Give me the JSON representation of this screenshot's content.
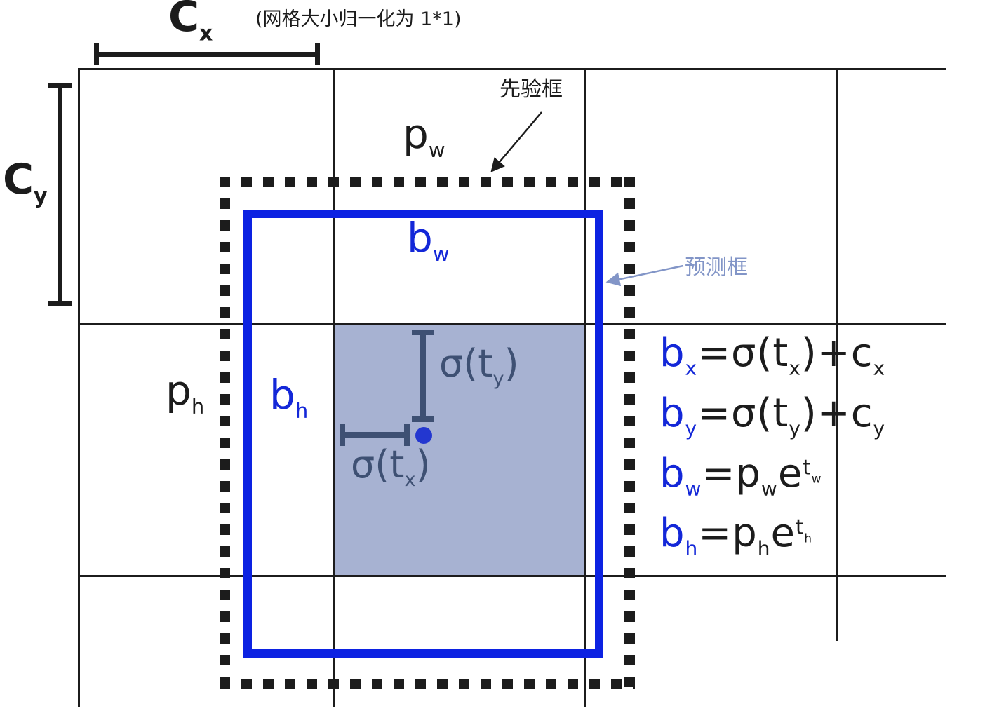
{
  "colors": {
    "ink": "#1c1c1c",
    "box-blue": "#0c22e2",
    "text-blue": "#1327d8",
    "slate": "#3e5073",
    "shade": "#a7b2d2",
    "dot-blue": "#2337d0",
    "pred-gray-blue": "#8295c7"
  },
  "header": {
    "note": "(网格大小归一化为 1*1)"
  },
  "labels": {
    "cx": [
      {
        "t": "C"
      },
      {
        "t": "x",
        "script": "sub"
      }
    ],
    "cy": [
      {
        "t": "C"
      },
      {
        "t": "y",
        "script": "sub"
      }
    ],
    "pw": [
      {
        "t": "p"
      },
      {
        "t": "w",
        "script": "sub"
      }
    ],
    "ph": [
      {
        "t": "p"
      },
      {
        "t": "h",
        "script": "sub"
      }
    ],
    "bw": [
      {
        "t": "b"
      },
      {
        "t": "w",
        "script": "sub"
      }
    ],
    "bh": [
      {
        "t": "b"
      },
      {
        "t": "h",
        "script": "sub"
      }
    ],
    "sigma_ty": [
      {
        "t": "σ(t"
      },
      {
        "t": "y",
        "script": "sub"
      },
      {
        "t": ")"
      }
    ],
    "sigma_tx": [
      {
        "t": "σ(t"
      },
      {
        "t": "x",
        "script": "sub"
      },
      {
        "t": ")"
      }
    ]
  },
  "callouts": {
    "prior_box": "先验框",
    "pred_box": "预测框"
  },
  "equations": [
    [
      {
        "t": "b",
        "color": "text-blue"
      },
      {
        "t": "x",
        "script": "sub",
        "color": "text-blue"
      },
      {
        "t": "=σ(t"
      },
      {
        "t": "x",
        "script": "sub"
      },
      {
        "t": ")+c"
      },
      {
        "t": "x",
        "script": "sub"
      }
    ],
    [
      {
        "t": "b",
        "color": "text-blue"
      },
      {
        "t": "y",
        "script": "sub",
        "color": "text-blue"
      },
      {
        "t": "=σ(t"
      },
      {
        "t": "y",
        "script": "sub"
      },
      {
        "t": ")+c"
      },
      {
        "t": "y",
        "script": "sub"
      }
    ],
    [
      {
        "t": "b",
        "color": "text-blue"
      },
      {
        "t": "w",
        "script": "sub",
        "color": "text-blue"
      },
      {
        "t": "=p"
      },
      {
        "t": "w",
        "script": "sub"
      },
      {
        "t": "e"
      },
      {
        "t": "t",
        "script": "sup"
      },
      {
        "t": "w",
        "script": "supsub"
      }
    ],
    [
      {
        "t": "b",
        "color": "text-blue"
      },
      {
        "t": "h",
        "script": "sub",
        "color": "text-blue"
      },
      {
        "t": "=p"
      },
      {
        "t": "h",
        "script": "sub"
      },
      {
        "t": "e"
      },
      {
        "t": "t",
        "script": "sup"
      },
      {
        "t": "h",
        "script": "supsub"
      }
    ]
  ]
}
